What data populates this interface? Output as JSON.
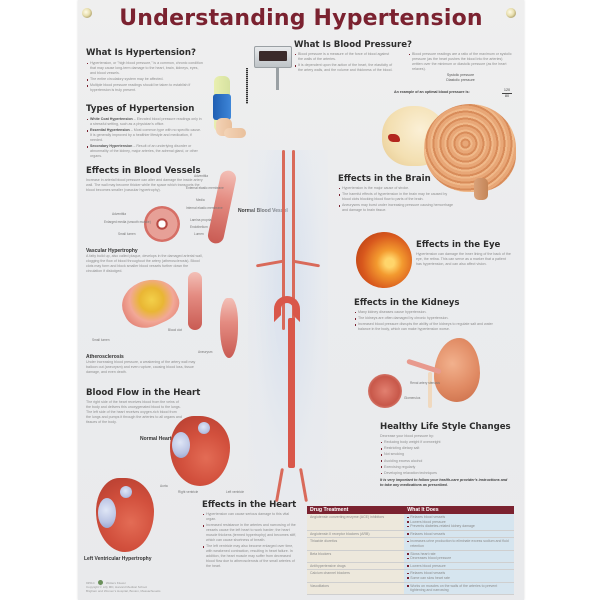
{
  "poster": {
    "title": "Understanding Hypertension",
    "colors": {
      "title": "#7b2230",
      "heading": "#2d2d2d",
      "body_text": "#8e8e8e",
      "table_header": "#7b2230",
      "table_left": "#ede8dc",
      "table_right": "#d6e5ef"
    },
    "what_is_hypertension": {
      "heading": "What Is Hypertension?",
      "bullets": [
        "Hypertension, or \"high blood pressure,\" is a common, chronic condition that may cause long-term damage to the heart, brain, kidneys, eyes, and blood vessels.",
        "The entire circulatory system may be affected.",
        "Multiple blood pressure readings should be taken to establish if hypertension is truly present."
      ]
    },
    "types": {
      "heading": "Types of Hypertension",
      "items": [
        {
          "term": "White Coat Hypertension",
          "text": " – Elevated blood pressure readings only in a stressful setting, such as a physician's office."
        },
        {
          "term": "Essential Hypertension",
          "text": " – Most common type with no specific cause. It is generally improved by a healthier lifestyle and medication, if needed."
        },
        {
          "term": "Secondary Hypertension",
          "text": " – Result of an underlying disorder or abnormality of the kidney, major arteries, the adrenal gland, or other organs."
        }
      ]
    },
    "blood_pressure": {
      "heading": "What Is Blood Pressure?",
      "bullets_left": [
        "Blood pressure is a measure of the force of blood against the walls of the arteries.",
        "It is dependent upon the action of the heart, the elasticity of the artery walls, and the volume and thickness of the blood."
      ],
      "bullets_right": [
        "Blood pressure readings are a ratio of the maximum or systolic pressure (as the heart pushes the blood into the arteries) written over the minimum or diastolic pressure (as the heart relaxes)."
      ],
      "systolic_label": "Systolic pressure",
      "diastolic_label": "Diastolic pressure",
      "example_label": "An example of an optimal blood pressure is:",
      "example_systolic": "120",
      "example_diastolic": "80"
    },
    "blood_vessels": {
      "heading": "Effects in Blood Vessels",
      "text": "Increase in arterial blood pressure can alter and damage the inside artery wall. The wall may become thicker while the space which transports the blood becomes smaller (vascular hypertrophy).",
      "labels_cross": [
        "Adventitia",
        "Enlarged media (smooth muscle)",
        "Small lumen"
      ],
      "labels_normal": [
        "Adventitia",
        "External elastic membrane",
        "Media",
        "Internal elastic membrane",
        "Lamina propria",
        "Endothelium",
        "Lumen"
      ],
      "normal_label": "Normal Blood Vessel",
      "vascular_heading": "Vascular Hypertrophy",
      "vascular_text": "A fatty build up, also called plaque, develops in the damaged arterial wall, clogging the flow of blood throughout the artery (atherosclerosis). Blood clots may form and block smaller blood vessels further down the circulation if dislodged.",
      "labels_plaque": [
        "Small lumen",
        "Blood clot",
        "Aneurysm"
      ],
      "athero_heading": "Atherosclerosis",
      "athero_text": "Under increasing blood pressure, a weakening of the artery wall may balloon out (aneurysm) and even rupture, causing blood loss, tissue damage, and even death."
    },
    "heart_flow": {
      "heading": "Blood Flow in the Heart",
      "text": "The right side of the heart receives blood from the veins of the body and delivers this unoxygenated blood to the lungs. The left side of the heart receives oxygen-rich blood from the lungs and pumps it through the arteries to all organs and tissues of the body.",
      "normal_heart_label": "Normal Heart",
      "lvh_label": "Left Ventricular Hypertrophy",
      "labels": [
        "Aorta",
        "Right ventricle",
        "Left ventricle"
      ]
    },
    "effects_heart": {
      "heading": "Effects in the Heart",
      "bullets": [
        "Hypertension can cause serious damage to this vital organ.",
        "Increased resistance in the arteries and narrowing of the vessels cause the left heart to work harder; the heart muscle thickens (termed hypertrophy) and becomes stiff, which can cause shortness of breath.",
        "The left ventricle may also become enlarged over time, with weakened contraction, resulting in heart failure. In addition, the heart muscle may suffer from decreased blood flow due to atherosclerosis of the small arteries of the heart."
      ]
    },
    "effects_brain": {
      "heading": "Effects in the Brain",
      "bullets": [
        "Hypertension is the major cause of stroke.",
        "The harmful effects of hypertension in the brain may be caused by blood clots blocking blood flow to parts of the brain.",
        "Aneurysms may burst under increasing pressure causing hemorrhage and damage to brain tissue."
      ]
    },
    "effects_eye": {
      "heading": "Effects in the Eye",
      "text": "Hypertension can damage the inner lining of the back of the eye, the retina. This can serve as a marker that a patient has hypertension, and can also affect vision."
    },
    "effects_kidneys": {
      "heading": "Effects in the Kidneys",
      "bullets": [
        "Many kidney diseases cause hypertension.",
        "The kidneys are often damaged by chronic hypertension.",
        "Increased blood pressure disrupts the ability of the kidneys to regulate salt and water balance in the body, which can make hypertension worse."
      ],
      "labels": [
        "Renal artery stenosis",
        "Glomerulus"
      ]
    },
    "lifestyle": {
      "heading": "Healthy Life Style Changes",
      "intro": "Decrease your blood pressure by:",
      "bullets": [
        "Reducing body weight if overweight",
        "Restricting dietary salt",
        "Not smoking",
        "Avoiding excess alcohol",
        "Exercising regularly",
        "Developing relaxation techniques"
      ],
      "note": "It is very important to follow your health-care provider's instructions and to take any medications as prescribed."
    },
    "drug_table": {
      "headers": [
        "Drug Treatment",
        "What It Does"
      ],
      "rows": [
        {
          "drug": "Angiotensin converting enzyme (ACE) inhibitors",
          "effects": [
            "Relaxes blood vessels",
            "Lowers blood pressure",
            "Prevents diabetes-related kidney damage"
          ]
        },
        {
          "drug": "Angiotensin II receptor blockers (ARB)",
          "effects": [
            "Relaxes blood vessels"
          ]
        },
        {
          "drug": "Thiazide diuretics",
          "effects": [
            "Increases urine production to eliminate excess sodium and fluid retention"
          ]
        },
        {
          "drug": "Beta blockers",
          "effects": [
            "Slows heart rate",
            "Decreases blood pressure"
          ]
        },
        {
          "drug": "Antihypertensive drugs",
          "effects": [
            "Lowers blood pressure"
          ]
        },
        {
          "drug": "Calcium channel blockers",
          "effects": [
            "Relaxes blood vessels",
            "Some can slow heart rate"
          ]
        },
        {
          "drug": "Vasodilators",
          "effects": [
            "Works on muscles on the walls of the arteries to prevent tightening and narrowing"
          ]
        }
      ]
    },
    "footer": {
      "code": "9351C",
      "publisher": "Wolters Kluwer",
      "credit_line1": "Copyright © Lilly MD, Harvard Medical School",
      "credit_line2": "Brigham and Women's Hospital, Boston, Massachusetts"
    }
  }
}
